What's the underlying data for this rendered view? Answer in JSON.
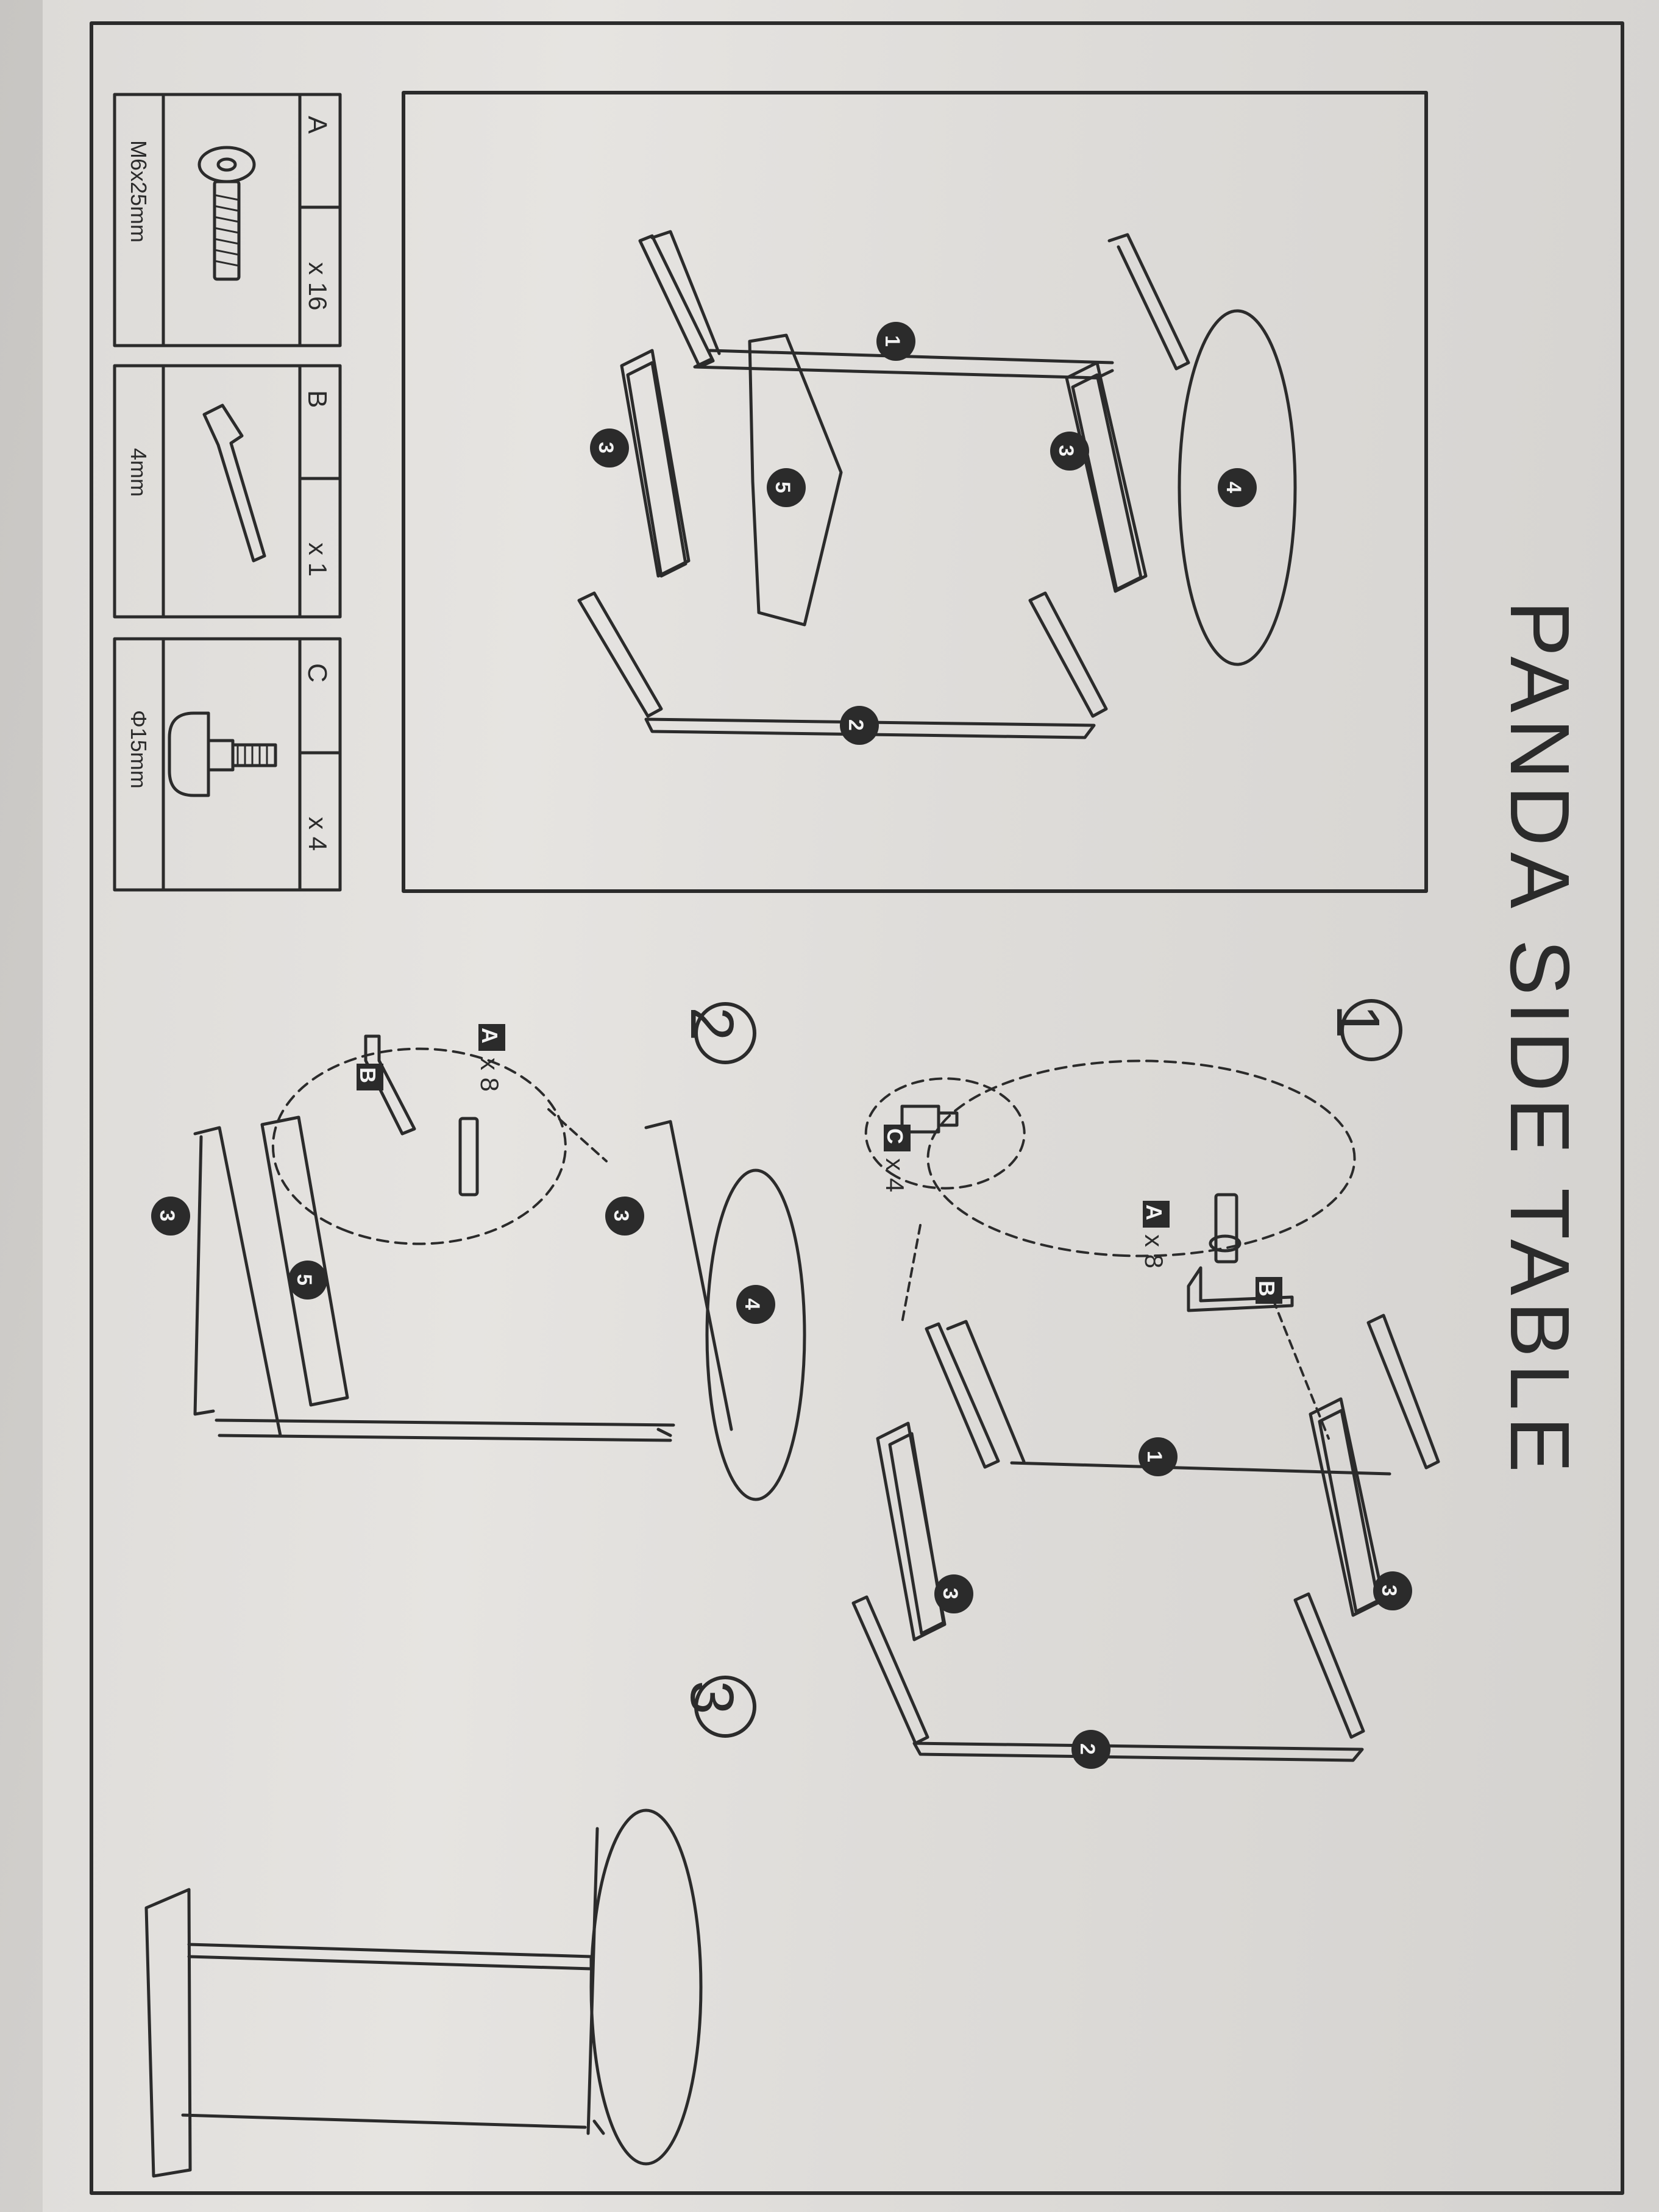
{
  "title": "PANDA SIDE TABLE",
  "hardware": [
    {
      "letter": "A",
      "count": "x 16",
      "size": "M6x25mm",
      "icon": "bolt-icon"
    },
    {
      "letter": "B",
      "count": "x 1",
      "size": "4mm",
      "icon": "hex-key-icon"
    },
    {
      "letter": "C",
      "count": "x 4",
      "size": "Φ15mm",
      "icon": "foot-pad-icon"
    }
  ],
  "parts": [
    "1",
    "2",
    "3",
    "3",
    "4",
    "5"
  ],
  "steps": [
    {
      "number": "1",
      "callouts": [
        {
          "letter": "A",
          "qty": "x 8"
        },
        {
          "letter": "B"
        },
        {
          "letter": "C",
          "qty": "x 4"
        }
      ],
      "parts": [
        "1",
        "2",
        "3",
        "3"
      ]
    },
    {
      "number": "2",
      "callouts": [
        {
          "letter": "A",
          "qty": "x 8"
        },
        {
          "letter": "B"
        }
      ],
      "parts": [
        "3",
        "3",
        "4",
        "5"
      ]
    },
    {
      "number": "3"
    }
  ],
  "colors": {
    "ink": "#2b2b2b",
    "paper": "#e2e0dd"
  }
}
